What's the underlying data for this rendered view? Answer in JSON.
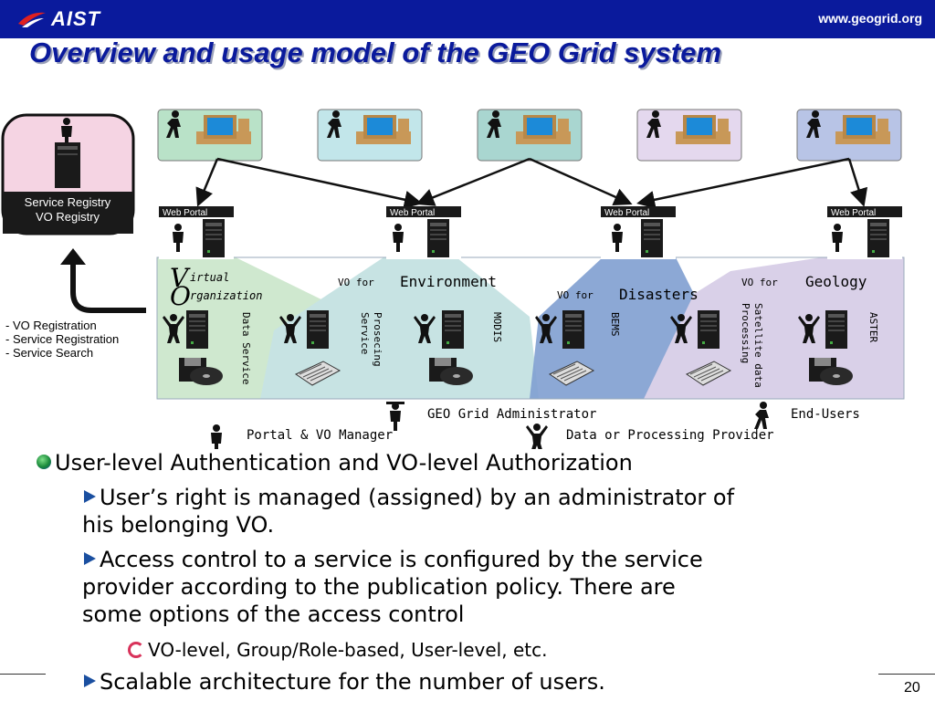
{
  "header": {
    "logo_text": "AIST",
    "url": "www.geogrid.org"
  },
  "title": "Overview and usage model of the GEO Grid system",
  "diagram": {
    "registry_label_1": "Service Registry",
    "registry_label_2": "VO Registry",
    "registration_items": [
      "- VO Registration",
      "- Service Registration",
      "- Service Search"
    ],
    "web_portal_label": "Web Portal",
    "vo_title_big_v": "V",
    "vo_title_big_o": "O",
    "vo_title_rest_1": "irtual",
    "vo_title_rest_2": "rganization",
    "vo_env_prefix": "VO for",
    "vo_env_name": "Environment",
    "vo_dis_prefix": "VO for",
    "vo_dis_name": "Disasters",
    "vo_geo_prefix": "VO for",
    "vo_geo_name": "Geology",
    "service_labels": {
      "data_service": "Data Service",
      "processing_1": "Prosecing",
      "processing_2": "Service",
      "modis": "MODIS",
      "bems": "BEMS",
      "satellite_1": "Satellite data",
      "satellite_2": "Processing",
      "aster": "ASTER"
    },
    "legend": {
      "admin": "GEO Grid Administrator",
      "end_users": "End-Users",
      "portal_manager": "Portal & VO Manager",
      "provider": "Data or Processing Provider"
    },
    "colors": {
      "vo_green": "#cfe8cf",
      "vo_teal": "#c7e3e3",
      "vo_blue": "#7f9fd0",
      "vo_purple": "#d9d0e8",
      "registry_pink": "#f5d4e3"
    }
  },
  "bullets": {
    "b1": "User-level Authentication and VO-level Authorization",
    "b2a": "User’s right is managed (assigned) by an administrator of",
    "b2b": "his belonging VO.",
    "b3a": "Access control to a service is configured by the service",
    "b3b": "provider according to the publication policy.  There are",
    "b3c": "some options of the access control",
    "b4": "VO-level, Group/Role-based, User-level, etc.",
    "b5": "Scalable architecture for the number of users."
  },
  "footer": {
    "page_number": "20"
  }
}
